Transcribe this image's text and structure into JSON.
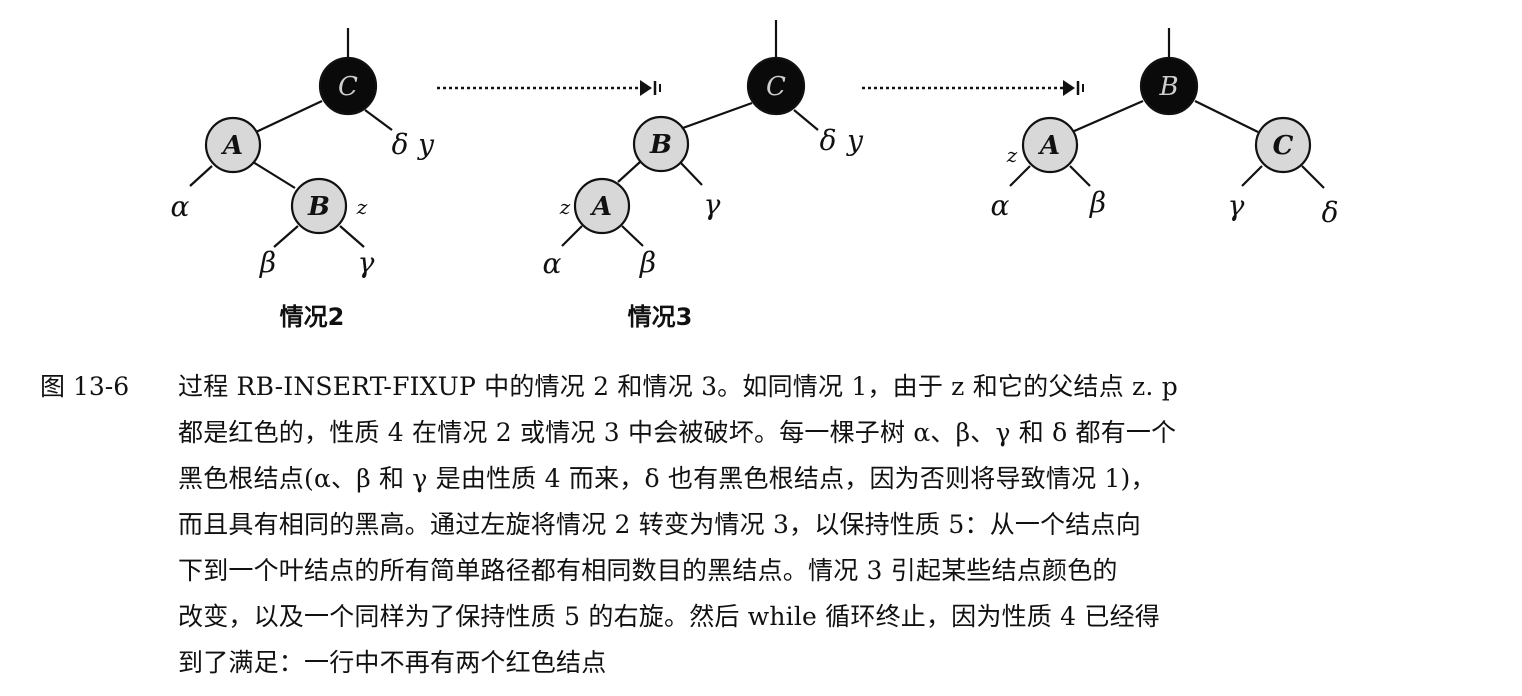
{
  "diagram": {
    "cases": [
      {
        "label": "情况2"
      },
      {
        "label": "情况3"
      }
    ],
    "nodes": {
      "c2_C": "C",
      "c2_A": "A",
      "c2_B": "B",
      "c3_C": "C",
      "c3_B": "B",
      "c3_A": "A",
      "r_B": "B",
      "r_A": "A",
      "r_C": "C"
    },
    "leaves": {
      "alpha": "α",
      "beta": "β",
      "gamma": "γ",
      "delta": "δ"
    },
    "marks": {
      "z": "z",
      "y": "y"
    },
    "colors": {
      "red_node": "#d8d8d8",
      "black_node": "#0a0a0a"
    }
  },
  "caption": {
    "figure_number": "图 13-6",
    "lines": [
      "过程 RB-INSERT-FIXUP 中的情况 2 和情况 3。如同情况 1，由于 z 和它的父结点 z. p",
      "都是红色的，性质 4 在情况 2 或情况 3 中会被破坏。每一棵子树 α、β、γ 和 δ 都有一个",
      "黑色根结点(α、β 和 γ 是由性质 4 而来，δ 也有黑色根结点，因为否则将导致情况 1)，",
      "而且具有相同的黑高。通过左旋将情况 2 转变为情况 3，以保持性质 5：从一个结点向",
      "下到一个叶结点的所有简单路径都有相同数目的黑结点。情况 3 引起某些结点颜色的",
      "改变，以及一个同样为了保持性质 5 的右旋。然后 while 循环终止，因为性质 4 已经得",
      "到了满足：一行中不再有两个红色结点"
    ]
  }
}
